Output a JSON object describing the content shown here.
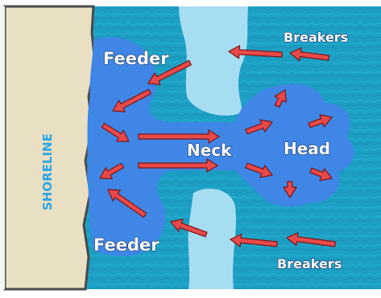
{
  "diagram": {
    "labels": {
      "shoreline": "SHORELINE",
      "feeder_top": "Feeder",
      "feeder_bottom": "Feeder",
      "neck": "Neck",
      "head": "Head",
      "breakers_top": "Breakers",
      "breakers_bottom": "Breakers"
    },
    "colors": {
      "ocean": "#1d9fc4",
      "current": "#3f86e6",
      "sandbar": "#a7ddf2",
      "shore": "#e9dfc3",
      "arrow": "#e84a4a",
      "arrow_edge": "#7a1616"
    }
  }
}
